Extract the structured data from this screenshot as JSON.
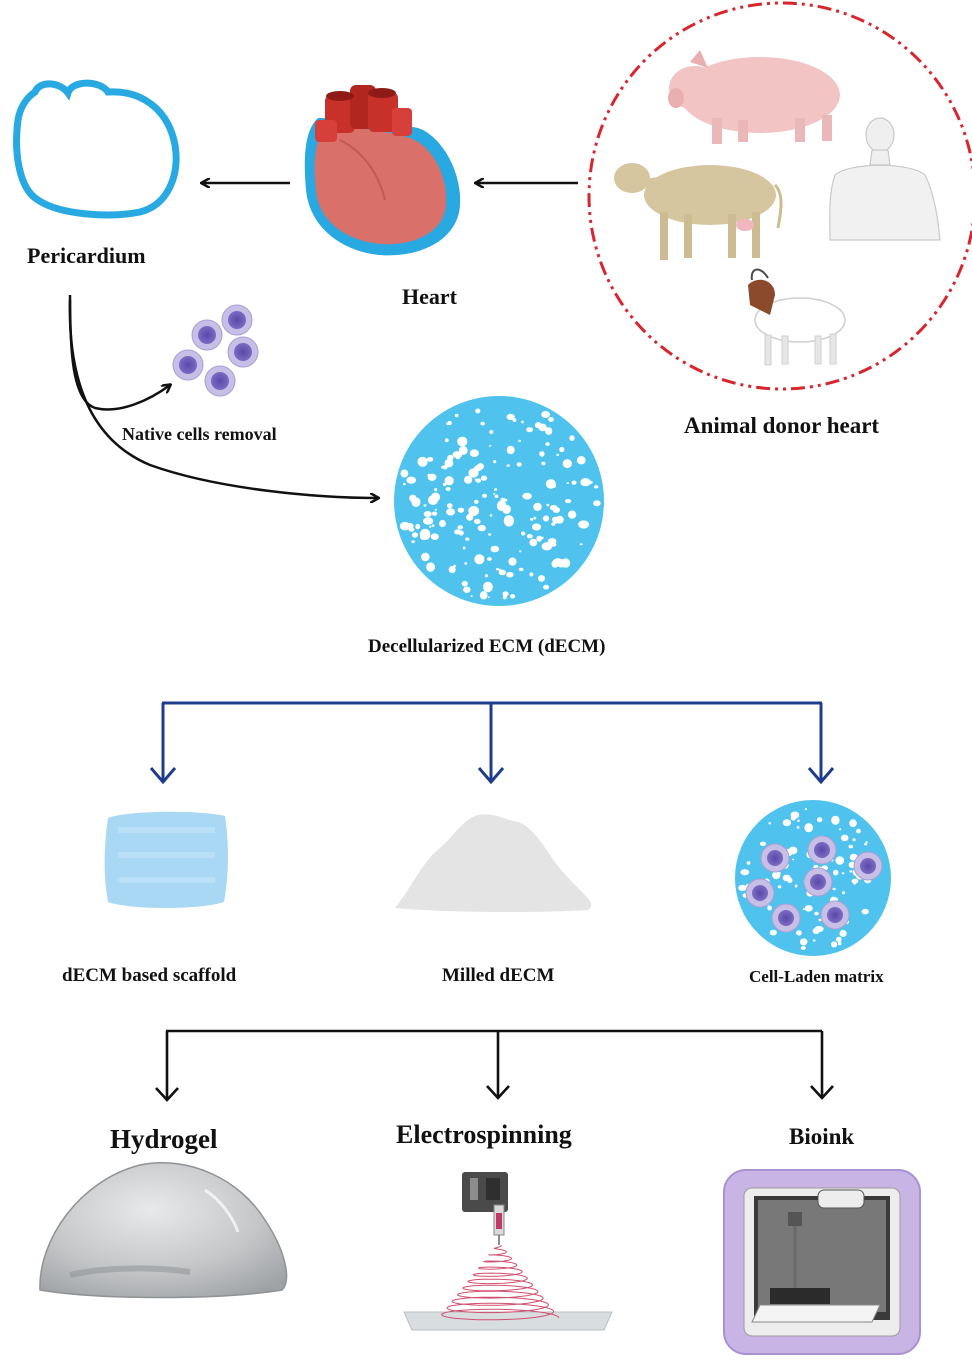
{
  "labels": {
    "pericardium": "Pericardium",
    "heart": "Heart",
    "animal_donor_heart": "Animal donor heart",
    "native_cells_removal": "Native cells removal",
    "decm": "Decellularized ECM (dECM)",
    "scaffold": "dECM based scaffold",
    "milled": "Milled dECM",
    "cell_laden": "Cell-Laden matrix",
    "hydrogel": "Hydrogel",
    "electrospinning": "Electrospinning",
    "bioink": "Bioink"
  },
  "colors": {
    "pericardium_blue": "#29a9e1",
    "dECM_blue": "#4fc3ee",
    "heart_red": "#d9706a",
    "vessel_red": "#c8302a",
    "donor_circle": "#d7262d",
    "branch_arrow": "#1f3c8c",
    "cell_purple": "#6d5bb8"
  }
}
